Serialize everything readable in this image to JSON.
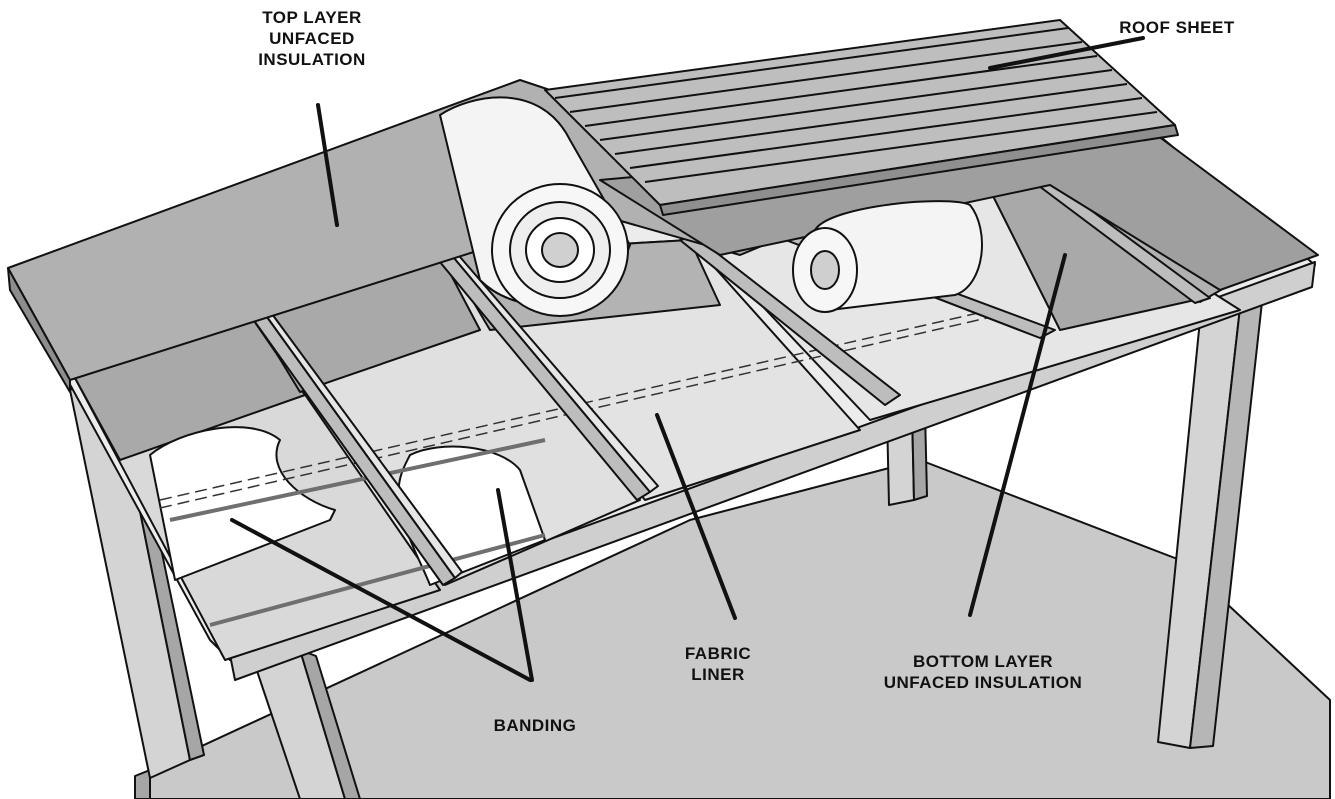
{
  "diagram": {
    "colors": {
      "outline": "#111111",
      "insulation_top": "#a9a9a9",
      "insulation_mid": "#bdbdbd",
      "liner": "#e0e0e0",
      "floor": "#c9c9c9",
      "frame": "#d4d4d4",
      "roll": "#f4f4f4",
      "banding": "#6f6f6f"
    },
    "labels": {
      "top_layer": [
        "TOP LAYER",
        "UNFACED",
        "INSULATION"
      ],
      "roof_sheet": "ROOF SHEET",
      "fabric_liner": [
        "FABRIC",
        "LINER"
      ],
      "bottom_layer": [
        "BOTTOM LAYER",
        "UNFACED INSULATION"
      ],
      "banding": "BANDING"
    },
    "icons": [
      "insulation-roll",
      "corrugated-roof-sheet"
    ]
  }
}
